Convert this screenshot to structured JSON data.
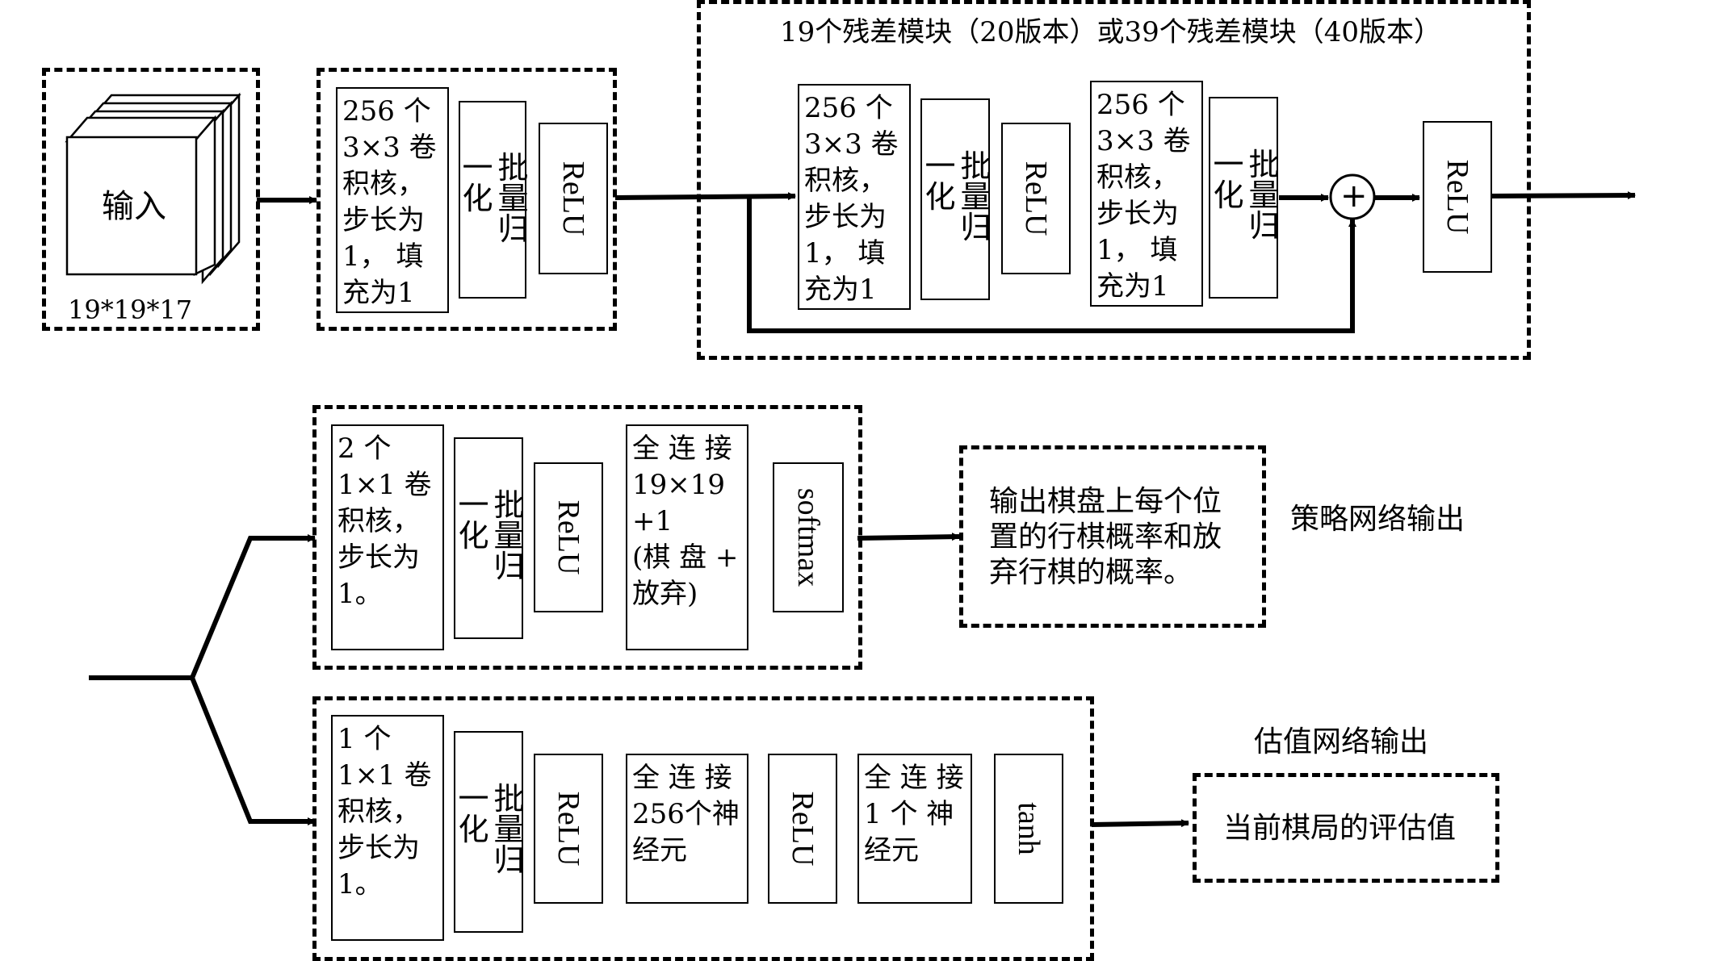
{
  "input": {
    "label": "输入",
    "dims": "19*19*17"
  },
  "stem": {
    "conv": "256 个\n3×3 卷\n积核，\n步长为\n1， 填\n充为1",
    "bn": "批量归一化",
    "relu": "ReLU"
  },
  "residual": {
    "title": "19个残差模块（20版本）或39个残差模块（40版本）",
    "conv1": "256 个\n3×3 卷\n积核，\n步长为\n1， 填\n充为1",
    "bn1": "批量归一化",
    "relu1": "ReLU",
    "conv2": "256 个\n3×3 卷\n积核，\n步长为\n1， 填\n充为1",
    "bn2": "批量归一化",
    "add": "+",
    "relu2": "ReLU"
  },
  "policy": {
    "conv": "2 个\n1×1 卷\n积核，\n步长为\n1。",
    "bn": "批量归一化",
    "relu": "ReLU",
    "fc": "全 连 接\n19×19\n+1\n(棋 盘 +\n放弃)",
    "softmax": "softmax",
    "output": "输出棋盘上每个位\n置的行棋概率和放\n弃行棋的概率。",
    "label": "策略网络输出"
  },
  "value": {
    "conv": "1 个\n1×1 卷\n积核，\n步长为\n1。",
    "bn": "批量归一化",
    "relu1": "ReLU",
    "fc1": "全 连 接\n256个神\n经元",
    "relu2": "ReLU",
    "fc2": "全 连 接\n1 个 神\n经元",
    "tanh": "tanh",
    "output": "当前棋局的评估值",
    "label": "估值网络输出"
  }
}
